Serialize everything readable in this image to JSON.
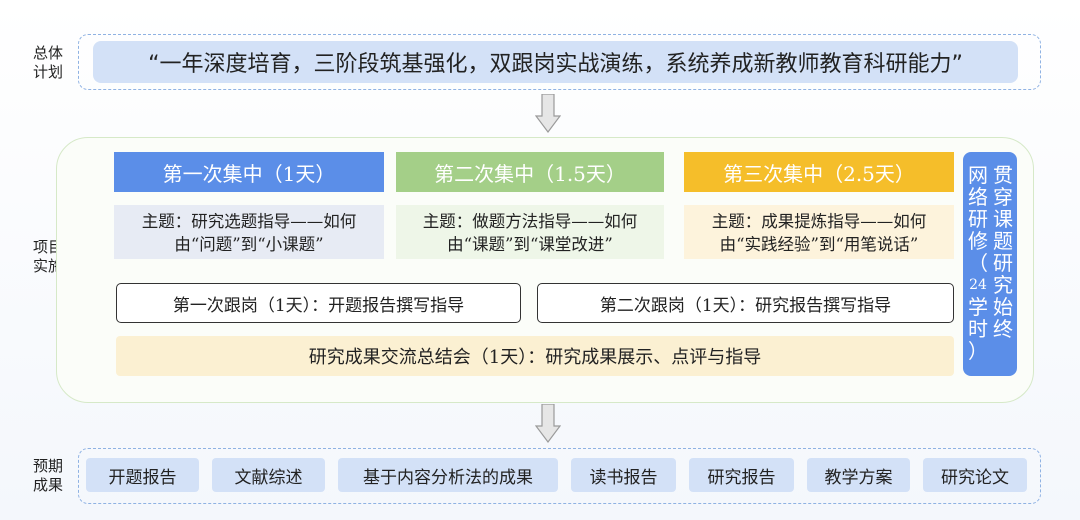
{
  "plan": {
    "label_line1": "总体",
    "label_line2": "计划",
    "text": "“一年深度培育，三阶段筑基强化，双跟岗实战演练，系统养成新教师教育科研能力”"
  },
  "implementation": {
    "label_line1": "项目",
    "label_line2": "实施",
    "phases": [
      {
        "title": "第一次集中（1天）",
        "theme_line1": "主题：研究选题指导——如何",
        "theme_line2": "由“问题”到“小课题”",
        "color": "#5b8ee8",
        "theme_bg": "#e7ebf4"
      },
      {
        "title": "第二次集中（1.5天）",
        "theme_line1": "主题：做题方法指导——如何",
        "theme_line2": "由“课题”到“课堂改进”",
        "color": "#a4cf88",
        "theme_bg": "#eef6e8"
      },
      {
        "title": "第三次集中（2.5天）",
        "theme_line1": "主题：成果提炼指导——如何",
        "theme_line2": "由“实践经验”到“用笔说话”",
        "color": "#f5be2a",
        "theme_bg": "#fdf3dc"
      }
    ],
    "mentorships": [
      "第一次跟岗（1天）：开题报告撰写指导",
      "第二次跟岗（1天）：研究报告撰写指导"
    ],
    "summary": "研究成果交流总结会（1天）：研究成果展示、点评与指导",
    "online_col1": [
      "网",
      "络",
      "研",
      "修",
      "（",
      "24",
      "学",
      "时",
      "）"
    ],
    "online_col2": [
      "贯",
      "穿",
      "课",
      "题",
      "研",
      "究",
      "始",
      "终"
    ]
  },
  "outcomes": {
    "label_line1": "预期",
    "label_line2": "成果",
    "items": [
      "开题报告",
      "文献综述",
      "基于内容分析法的成果",
      "读书报告",
      "研究报告",
      "教学方案",
      "研究论文"
    ]
  }
}
